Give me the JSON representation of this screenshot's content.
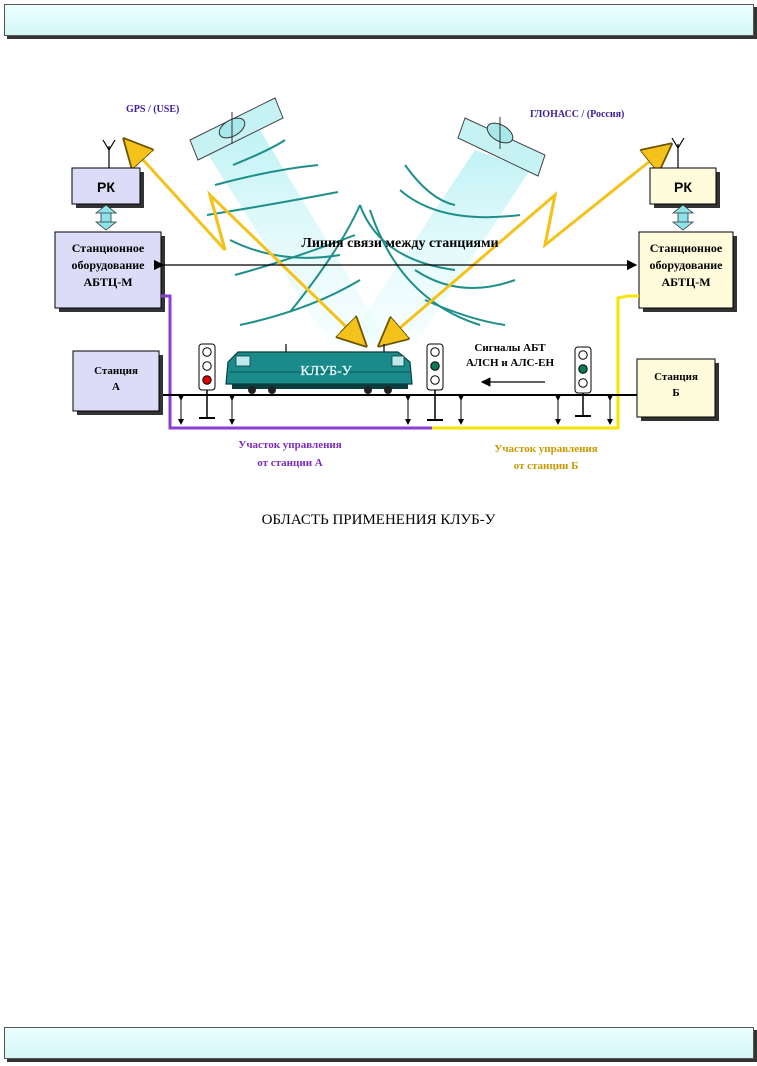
{
  "satellites": {
    "left_label": "GPS / (USE)",
    "right_label": "ГЛОНАСС / (Россия)"
  },
  "left": {
    "rk_label": "РК",
    "equipment_lines": [
      "Станционное",
      "оборудование",
      "АБТЦ-М"
    ],
    "station_lines": [
      "Станция",
      "А"
    ],
    "section_lines": [
      "Участок управления",
      "от станции А"
    ]
  },
  "right": {
    "rk_label": "РК",
    "equipment_lines": [
      "Станционное",
      "оборудование",
      "АБТЦ-М"
    ],
    "station_lines": [
      "Станция",
      "Б"
    ],
    "section_lines": [
      "Участок управления",
      "от станции Б"
    ]
  },
  "link_label": "Линия связи между станциями",
  "signals_lines": [
    "Сигналы АБТ",
    "АЛСН и АЛС-ЕН"
  ],
  "locomotive_label": "КЛУБ-У",
  "caption": "ОБЛАСТЬ ПРИМЕНЕНИЯ КЛУБ-У",
  "colors": {
    "header_fill": "#e4fbfb",
    "box_blue_fill": "#dcdcf8",
    "box_cream_fill": "#fffcdc",
    "purple_line": "#8a3fd1",
    "yellow_line": "#f5e500",
    "beam_yellow": "#f4c21a",
    "wave_teal": "#1f8f8a",
    "locomotive": "#1a8a8a",
    "signal_red": "#e00000",
    "signal_green": "#0c7a5a",
    "purple_text": "#7a2bbf",
    "amber_text": "#c99a00",
    "sat_label": "#3b1f99"
  }
}
